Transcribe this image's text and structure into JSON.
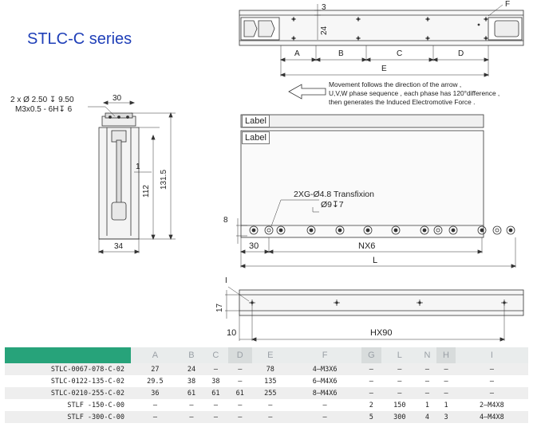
{
  "header": {
    "series_title": "STLC-C series"
  },
  "note": {
    "line1": "Movement follows the direction of the arrow ,",
    "line2": "U,V,W phase sequence , each phase has 120°difference ,",
    "line3": "then generates the Induced Electromotive Force ."
  },
  "labels": {
    "label_upper": "Label",
    "label_lower": "Label"
  },
  "top_view": {
    "dim_3": "3",
    "dim_24": "24",
    "callout_f": "F",
    "dim_a": "A",
    "dim_b": "B",
    "dim_c": "C",
    "dim_d": "D",
    "dim_e": "E"
  },
  "side_view": {
    "hole_spec_1": "2 x Ø 2.50 ↧ 9.50",
    "hole_spec_2": "M3x0.5 - 6H↧ 6",
    "dim_30": "30",
    "dim_1": "1",
    "dim_112": "112",
    "dim_131_5": "131.5",
    "dim_34": "34"
  },
  "front_view": {
    "transfixion": "2XG-Ø4.8 Transfixion",
    "counterbore": "Ø9↧7",
    "dim_8": "8",
    "dim_30": "30",
    "dim_nx6": "NX6",
    "dim_l": "L"
  },
  "bottom_view": {
    "callout_i": "I",
    "dim_17": "17",
    "dim_10": "10",
    "dim_hx90": "HX90"
  },
  "table": {
    "header_color": "#27a37a",
    "columns": [
      "A",
      "B",
      "C",
      "D",
      "E",
      "F",
      "G",
      "L",
      "N",
      "H",
      "I"
    ],
    "rows": [
      {
        "model": "STLC-0067-078-C-02",
        "cells": [
          "27",
          "24",
          "—",
          "—",
          "78",
          "4—M3X6",
          "—",
          "—",
          "—",
          "—",
          "—"
        ]
      },
      {
        "model": "STLC-0122-135-C-02",
        "cells": [
          "29.5",
          "38",
          "38",
          "—",
          "135",
          "6—M4X6",
          "—",
          "—",
          "—",
          "—",
          "—"
        ]
      },
      {
        "model": "STLC-0210-255-C-02",
        "cells": [
          "36",
          "61",
          "61",
          "61",
          "255",
          "8—M4X6",
          "—",
          "—",
          "—",
          "—",
          "—"
        ]
      },
      {
        "model": "STLF -150-C-00",
        "cells": [
          "—",
          "—",
          "—",
          "—",
          "—",
          "—",
          "2",
          "150",
          "1",
          "1",
          "2—M4X8"
        ]
      },
      {
        "model": "STLF -300-C-00",
        "cells": [
          "—",
          "—",
          "—",
          "—",
          "—",
          "—",
          "5",
          "300",
          "4",
          "3",
          "4—M4X8"
        ]
      }
    ]
  }
}
